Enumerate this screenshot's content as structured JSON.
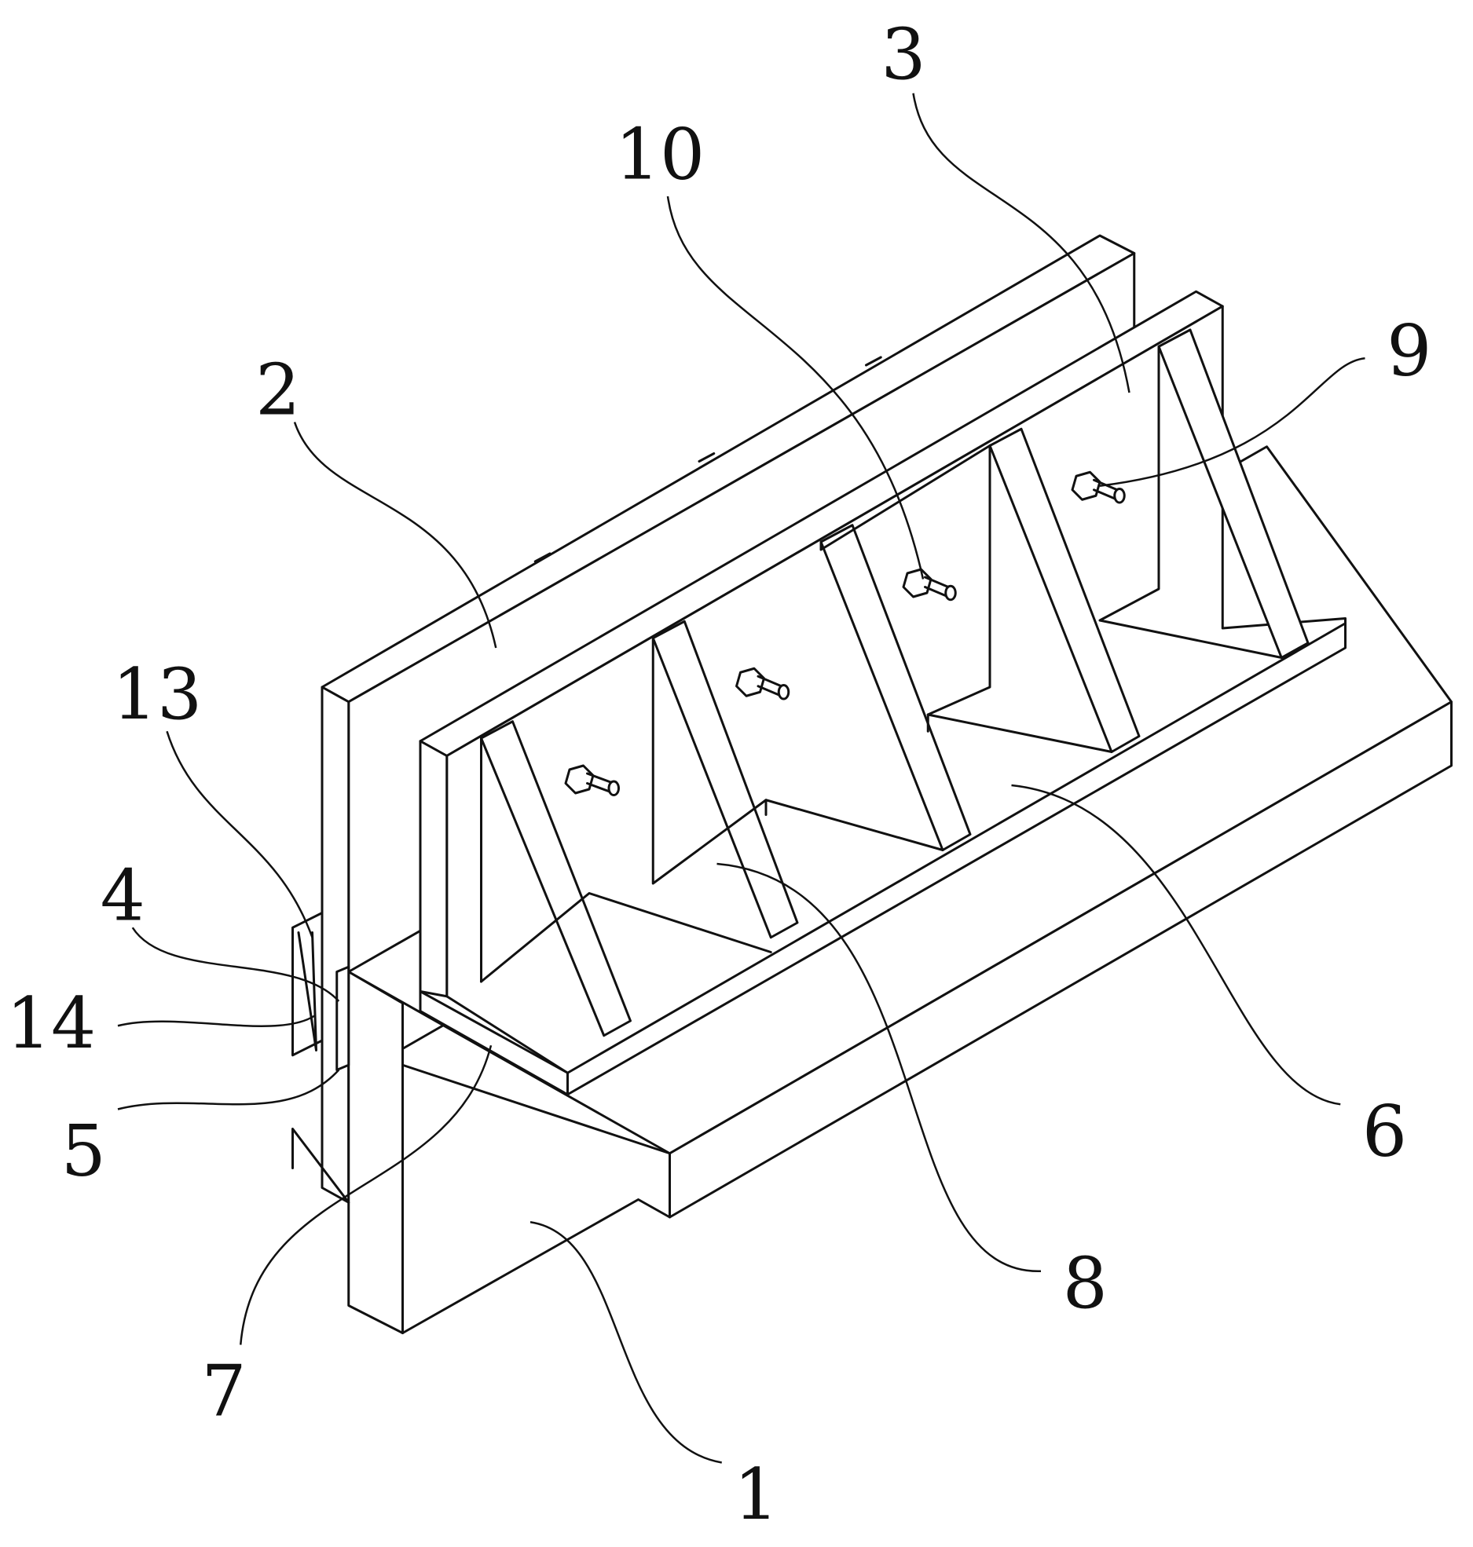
{
  "figure": {
    "type": "patent perspective drawing",
    "labels": {
      "l1": "1",
      "l2": "2",
      "l3": "3",
      "l4": "4",
      "l5": "5",
      "l6": "6",
      "l7": "7",
      "l8": "8",
      "l9": "9",
      "l10": "10",
      "l13": "13",
      "l14": "14"
    }
  }
}
